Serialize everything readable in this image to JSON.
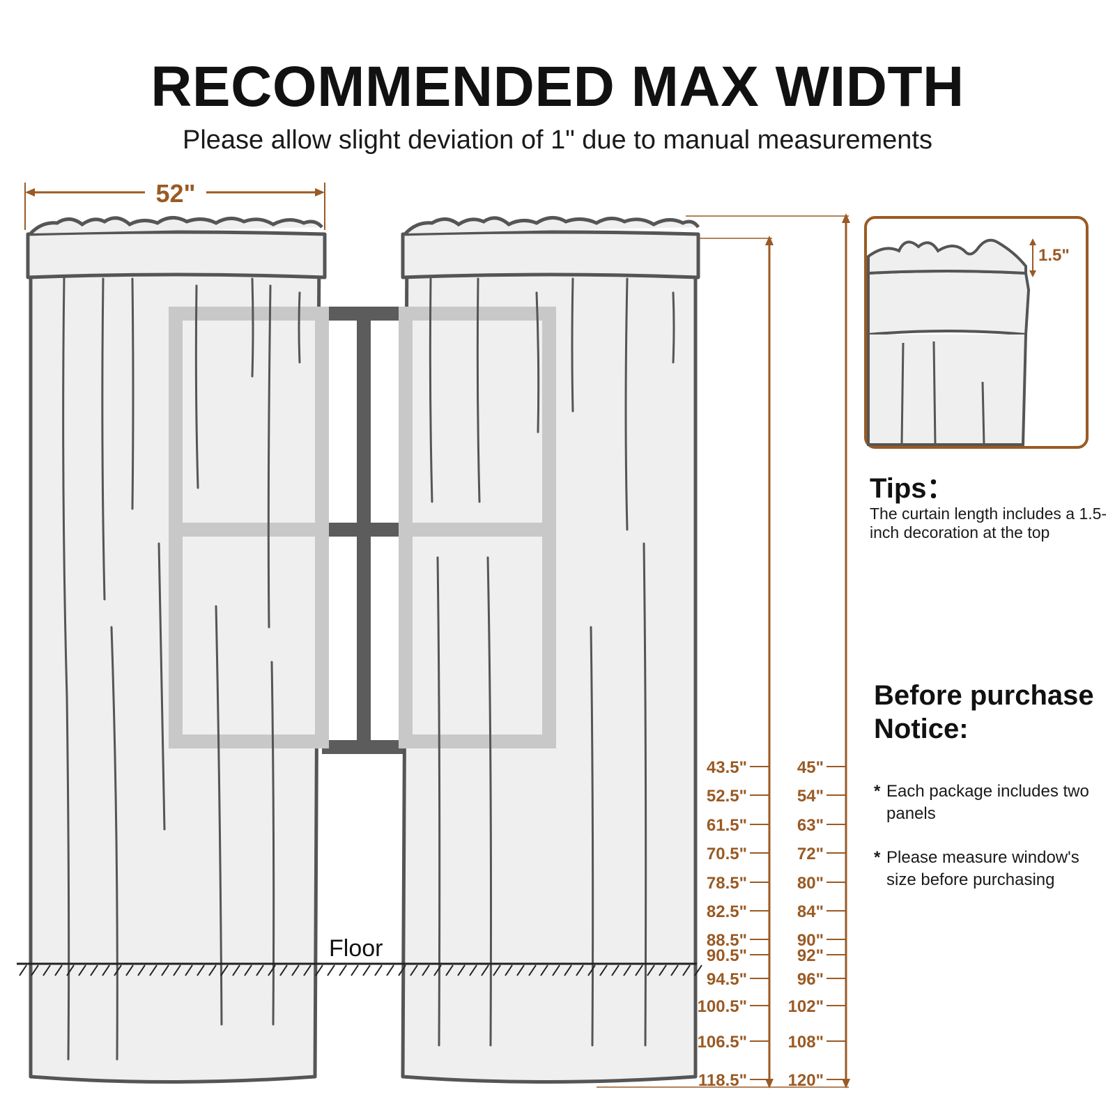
{
  "header": {
    "title": "RECOMMENDED MAX WIDTH",
    "subtitle": "Please allow slight deviation of 1\" due to manual measurements"
  },
  "width_label": "52\"",
  "decoration_label": "1.5\"",
  "floor_label": "Floor",
  "tips": {
    "title": "Tips：",
    "text": "The curtain length includes a 1.5-inch decoration at the top"
  },
  "notice": {
    "title": "Before purchase Notice:",
    "items": [
      "Each package includes two panels",
      "Please measure window's size before purchasing"
    ]
  },
  "lengths": {
    "without_header": [
      "43.5\"",
      "52.5\"",
      "61.5\"",
      "70.5\"",
      "78.5\"",
      "82.5\"",
      "88.5\"",
      "90.5\"",
      "94.5\"",
      "100.5\"",
      "106.5\"",
      "118.5\""
    ],
    "with_header": [
      "45\"",
      "54\"",
      "63\"",
      "72\"",
      "80\"",
      "84\"",
      "90\"",
      "92\"",
      "96\"",
      "102\"",
      "108\"",
      "120\""
    ]
  },
  "colors": {
    "accent": "#9a5a24",
    "curtain_fill": "#efefef",
    "outline": "#555555",
    "window_frame": "#5c5c5c",
    "window_glass_frame": "#c8c8c8"
  }
}
